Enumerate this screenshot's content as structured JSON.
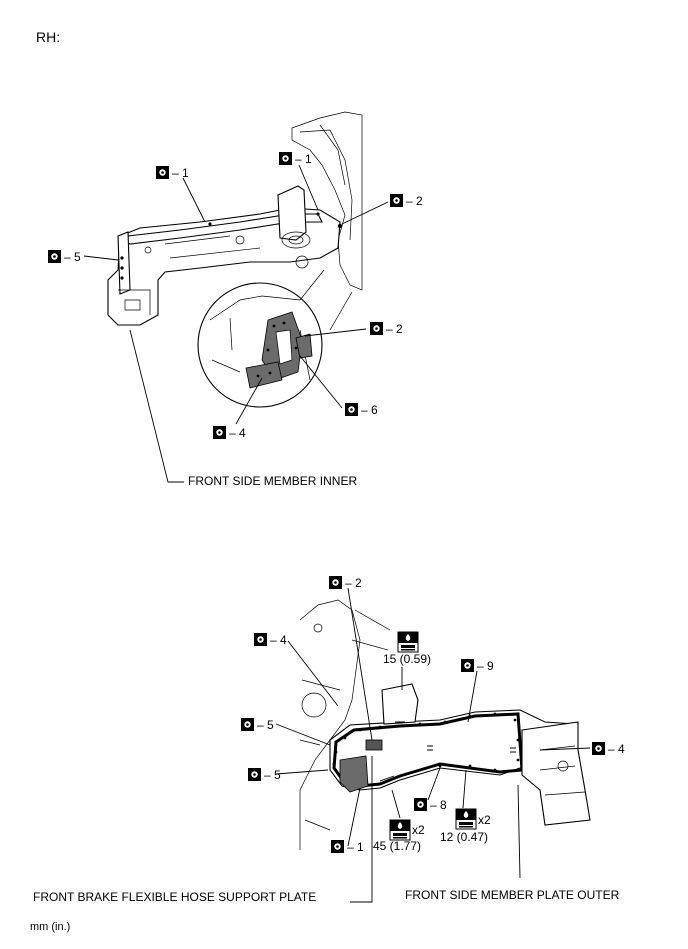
{
  "header": {
    "side_label": "RH:"
  },
  "callouts": [
    {
      "num": "1"
    },
    {
      "num": "1"
    },
    {
      "num": "2"
    },
    {
      "num": "5"
    },
    {
      "num": "2"
    },
    {
      "num": "6"
    },
    {
      "num": "4"
    },
    {
      "num": "2"
    },
    {
      "num": "4"
    },
    {
      "num": "9"
    },
    {
      "num": "5"
    },
    {
      "num": "4"
    },
    {
      "num": "5"
    },
    {
      "num": "8"
    },
    {
      "num": "1"
    }
  ],
  "dimensions": {
    "top": "15 (0.59)",
    "left": "45 (1.77)",
    "right": "12 (0.47)",
    "qty_left": "x2",
    "qty_right": "x2"
  },
  "parts": {
    "front_side_member_inner": "FRONT SIDE MEMBER INNER",
    "front_brake_hose_plate": "FRONT BRAKE FLEXIBLE HOSE SUPPORT PLATE",
    "front_side_member_plate_outer": "FRONT SIDE MEMBER PLATE OUTER"
  },
  "footer": {
    "units": "mm (in.)"
  },
  "icons": [
    "spot-weld-icon",
    "sealer-icon"
  ]
}
